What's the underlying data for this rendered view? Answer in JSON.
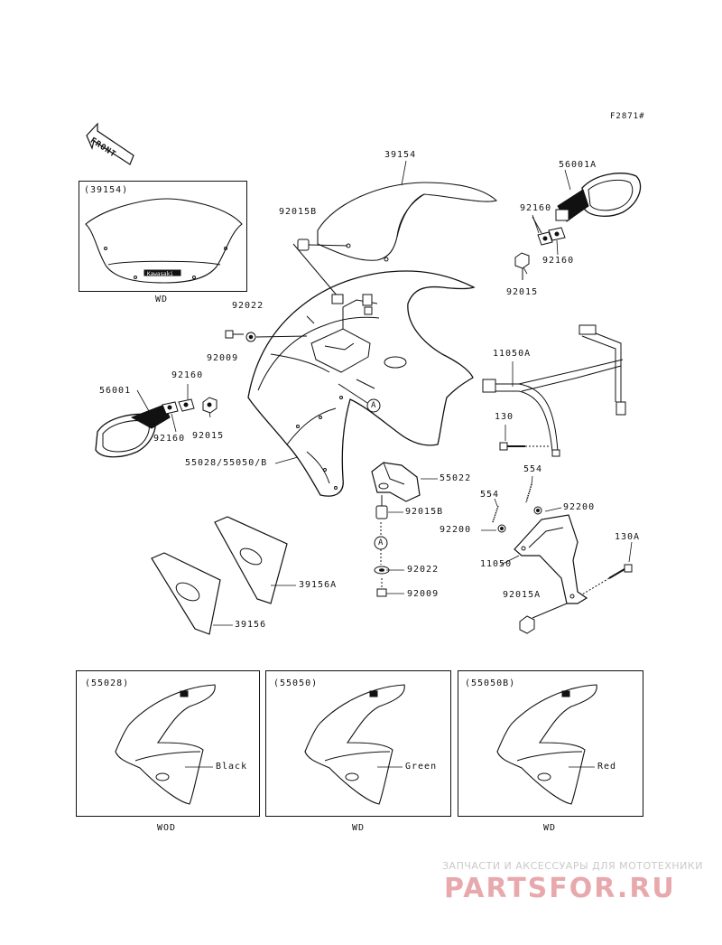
{
  "diagram_code": "F2871#",
  "front_label": "FRONT",
  "parts": {
    "p39154": "39154",
    "p39154_box": "(39154)",
    "p92015B_top": "92015B",
    "p56001A": "56001A",
    "p92160_a": "92160",
    "p92160_b": "92160",
    "p92015_right": "92015",
    "p92022_top": "92022",
    "p92009_top": "92009",
    "p11050A": "11050A",
    "p56001": "56001",
    "p92160_c": "92160",
    "p92160_d": "92160",
    "p92015_left": "92015",
    "p130": "130",
    "p554_a": "554",
    "p554_b": "554",
    "p55028_main": "55028/55050/B",
    "p55022": "55022",
    "p92015B_mid": "92015B",
    "p92200_a": "92200",
    "p92200_b": "92200",
    "p130A": "130A",
    "p11050": "11050",
    "p92022_low": "92022",
    "p92009_low": "92009",
    "p92015A": "92015A",
    "p39156A": "39156A",
    "p39156": "39156",
    "ref_A1": "A",
    "ref_A2": "A"
  },
  "windshield_decal": "Kawasaki",
  "variants": [
    {
      "code": "(55028)",
      "color": "Black",
      "market": "WOD"
    },
    {
      "code": "(55050)",
      "color": "Green",
      "market": "WD"
    },
    {
      "code": "(55050B)",
      "color": "Red",
      "market": "WD"
    }
  ],
  "inset_market": "WD",
  "watermark": {
    "tagline": "ЗАПЧАСТИ И АКСЕССУАРЫ ДЛЯ МОТОТЕХНИКИ",
    "brand": "PARTSFOR.RU"
  }
}
